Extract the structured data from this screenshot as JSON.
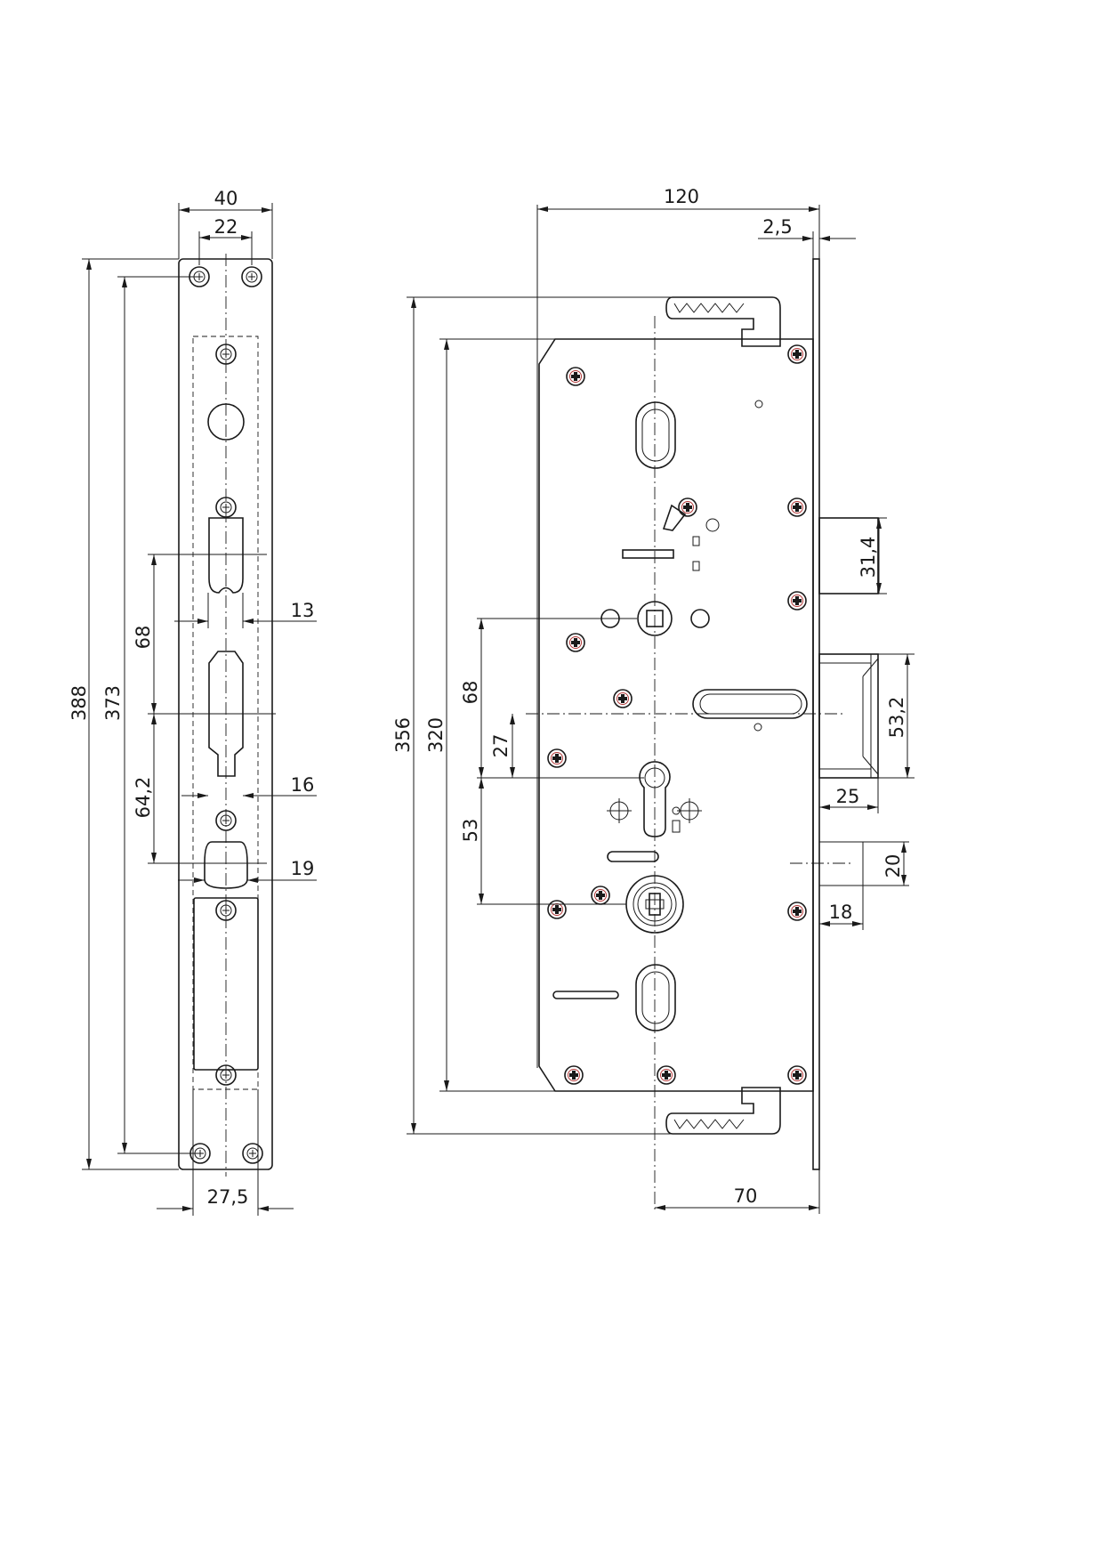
{
  "faceplate": {
    "dims": {
      "width_40": "40",
      "hole_spacing_22": "22",
      "length_388": "388",
      "screw_pitch_373": "373",
      "slot_13": "13",
      "spacing_68": "68",
      "slot_16": "16",
      "spacing_64_2": "64,2",
      "slot_19": "19",
      "width_27_5": "27,5"
    }
  },
  "lock_body": {
    "dims": {
      "depth_120": "120",
      "plate_2_5": "2,5",
      "height_356": "356",
      "height_320": "320",
      "spindle_68": "68",
      "offset_27": "27",
      "cylinder_53": "53",
      "latch_31_4": "31,4",
      "bolt_53_2": "53,2",
      "bolt_25": "25",
      "deadbolt_20": "20",
      "deadbolt_18": "18",
      "backset_70": "70"
    }
  }
}
